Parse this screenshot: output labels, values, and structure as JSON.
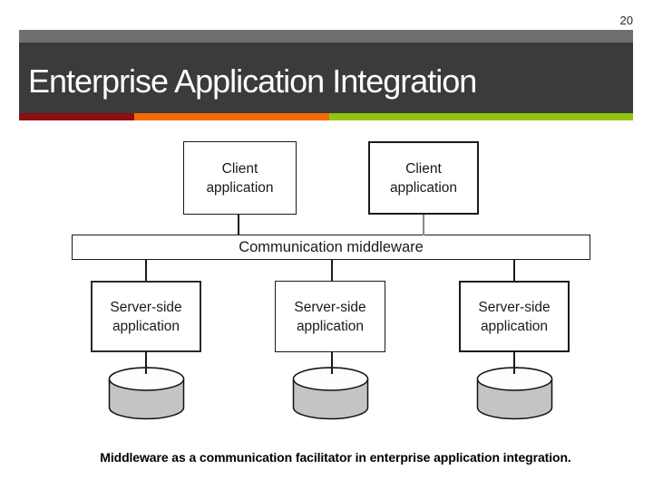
{
  "slide": {
    "page_number": "20",
    "title": "Enterprise Application Integration",
    "caption": "Middleware as a communication facilitator in enterprise application integration."
  },
  "theme": {
    "gray_bar": "#6F6F6F",
    "title_band": "#3B3B3B",
    "bar_red": "#8E0F11",
    "bar_orange": "#F66A03",
    "bar_green": "#92C511"
  },
  "diagram": {
    "client_left": "Client\napplication",
    "client_right": "Client\napplication",
    "middleware": "Communication middleware",
    "server_left": "Server-side\napplication",
    "server_mid": "Server-side\napplication",
    "server_right": "Server-side\napplication",
    "database_icon": "database-cylinder"
  }
}
